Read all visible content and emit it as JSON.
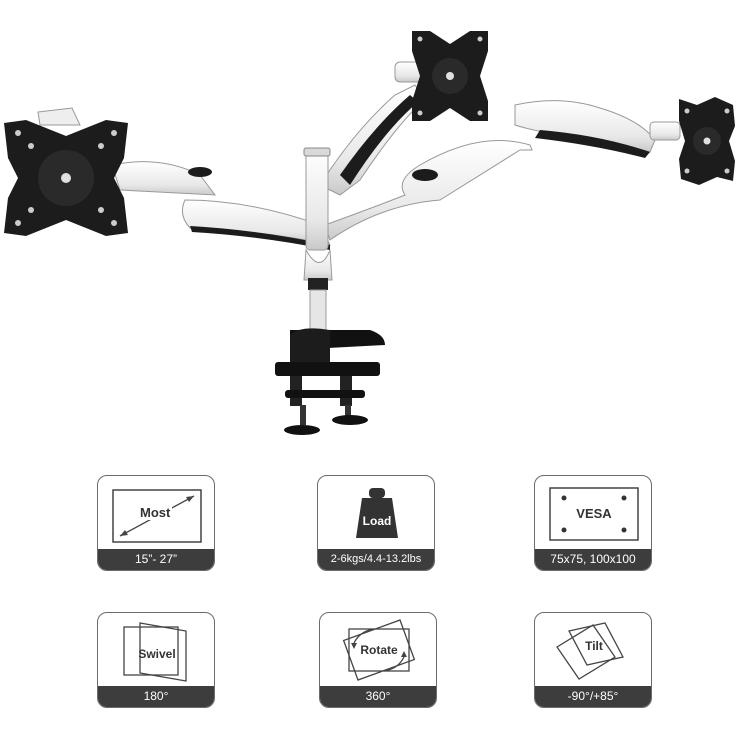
{
  "badges": [
    {
      "icon": "screen-size-icon",
      "label": "Most",
      "caption": "15”- 27”"
    },
    {
      "icon": "weight-icon",
      "label": "Load",
      "caption": "2-6kgs/4.4-13.2lbs"
    },
    {
      "icon": "vesa-icon",
      "label": "VESA",
      "caption": "75x75, 100x100"
    },
    {
      "icon": "swivel-icon",
      "label": "Swivel",
      "caption": "180°"
    },
    {
      "icon": "rotate-icon",
      "label": "Rotate",
      "caption": "360°"
    },
    {
      "icon": "tilt-icon",
      "label": "Tilt",
      "caption": "-90°/+85°"
    }
  ],
  "colors": {
    "dark": "#1c1c1c",
    "caption_bg": "#3d3d3d",
    "arm_white": "#f2f2f2",
    "border": "#6b6b6b"
  }
}
